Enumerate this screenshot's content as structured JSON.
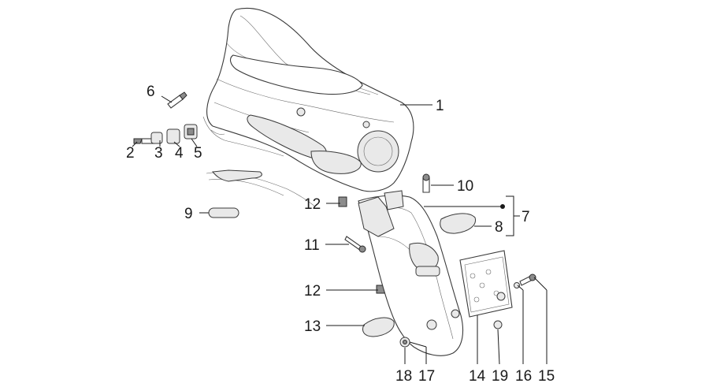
{
  "callouts": {
    "c1": "1",
    "c2": "2",
    "c3": "3",
    "c4": "4",
    "c5": "5",
    "c6": "6",
    "c7": "7",
    "c8": "8",
    "c9": "9",
    "c10": "10",
    "c11": "11",
    "c12a": "12",
    "c12b": "12",
    "c13": "13",
    "c14": "14",
    "c15": "15",
    "c16": "16",
    "c17": "17",
    "c18": "18",
    "c19": "19"
  }
}
